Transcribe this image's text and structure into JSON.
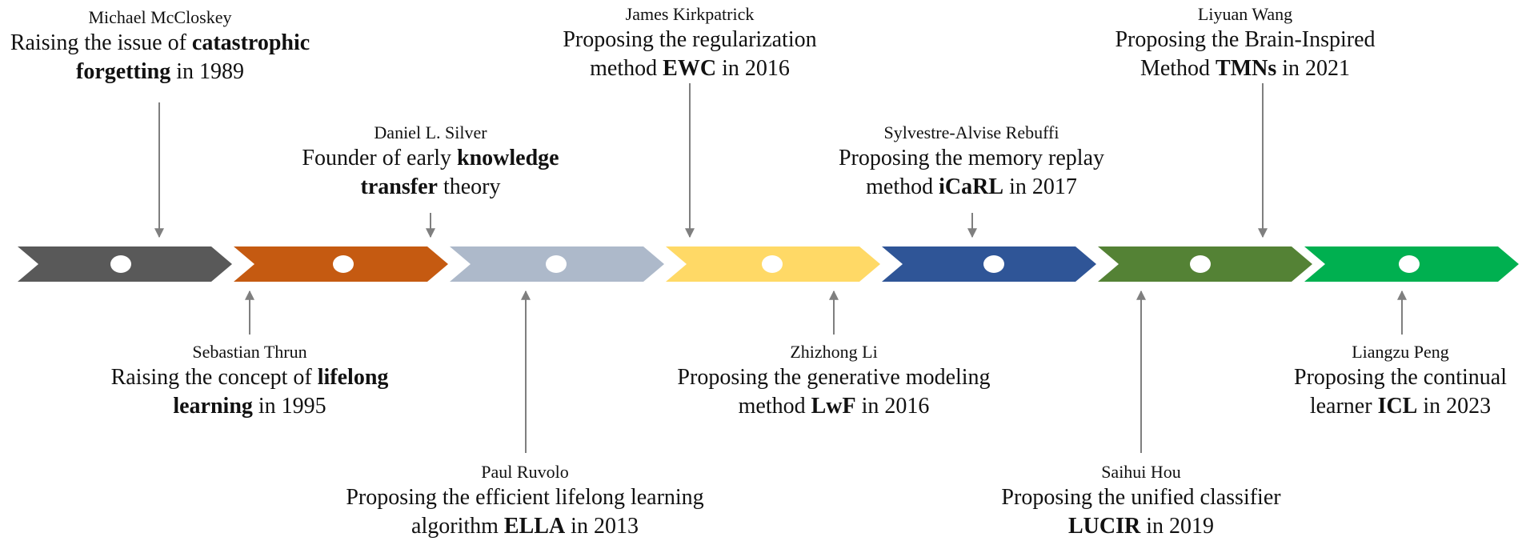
{
  "milestones": [
    {
      "name": "Michael McCloskey",
      "pre": "Raising the issue of ",
      "bold": "catastrophic forgetting",
      "post": " in 1989",
      "color": "#595959"
    },
    {
      "name": "Sebastian Thrun",
      "pre": "Raising the concept of ",
      "bold": "lifelong learning",
      "post": " in 1995",
      "color": "#C55A11"
    },
    {
      "name": "Daniel L. Silver",
      "pre": "Founder of early ",
      "bold": "knowledge transfer",
      "post": " theory",
      "color": "#C55A11"
    },
    {
      "name": "Paul Ruvolo",
      "pre": "Proposing the efficient lifelong learning algorithm ",
      "bold": "ELLA",
      "post": " in 2013",
      "color": "#ADB9CA"
    },
    {
      "name": "James Kirkpatrick",
      "pre": "Proposing the regularization method ",
      "bold": "EWC",
      "post": " in 2016",
      "color": "#FFD966"
    },
    {
      "name": "Zhizhong Li",
      "pre": "Proposing the generative modeling method ",
      "bold": "LwF",
      "post": " in 2016",
      "color": "#FFD966"
    },
    {
      "name": "Sylvestre-Alvise Rebuffi",
      "pre": "Proposing the memory replay method ",
      "bold": "iCaRL",
      "post": " in 2017",
      "color": "#2F5597"
    },
    {
      "name": "Saihui Hou",
      "pre": "Proposing the unified classifier ",
      "bold": "LUCIR",
      "post": " in 2019",
      "color": "#548235"
    },
    {
      "name": "Liyuan Wang",
      "pre": "Proposing the Brain-Inspired Method ",
      "bold": "TMNs",
      "post": " in 2021",
      "color": "#548235"
    },
    {
      "name": "Liangzu Peng",
      "pre": "Proposing the continual learner ",
      "bold": "ICL",
      "post": " in 2023",
      "color": "#00B050"
    }
  ],
  "arrow_colors": [
    "#595959",
    "#C55A11",
    "#ADB9CA",
    "#FFD966",
    "#2F5597",
    "#548235",
    "#00B050"
  ]
}
